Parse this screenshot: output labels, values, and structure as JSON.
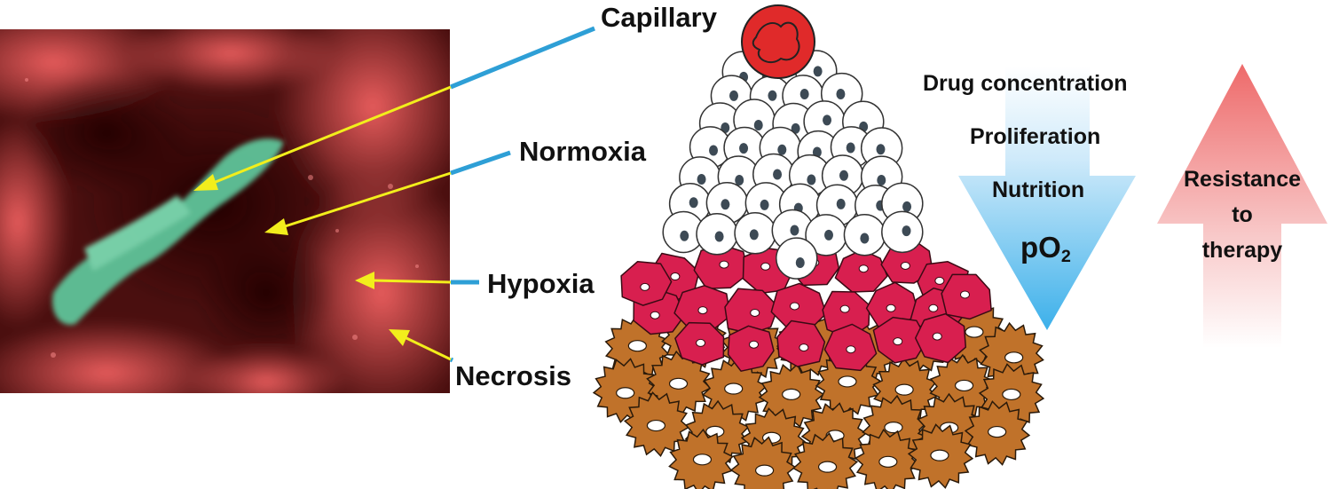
{
  "labels": {
    "capillary": "Capillary",
    "normoxia": "Normoxia",
    "hypoxia": "Hypoxia",
    "necrosis": "Necrosis"
  },
  "gradient": {
    "drug_concentration": "Drug concentration",
    "proliferation": "Proliferation",
    "nutrition": "Nutrition",
    "po2_main": "pO",
    "po2_sub": "2"
  },
  "resistance": {
    "line1": "Resistance",
    "line2": "to",
    "line3": "therapy"
  },
  "colors": {
    "micrograph_dark": "#3a0c0c",
    "micrograph_red": "#e04848",
    "micrograph_green": "#5fc49a",
    "pointer_line": "#2e9fd6",
    "pointer_arrow": "#f2ee1c",
    "capillary": "#e02a2a",
    "normoxic_cell": "#ffffff",
    "nucleus": "#3d4a55",
    "hypoxic_cell": "#d81f4f",
    "necrotic_cell": "#c0722a",
    "down_arrow": "#4bb6ec",
    "up_arrow": "#f07070"
  }
}
